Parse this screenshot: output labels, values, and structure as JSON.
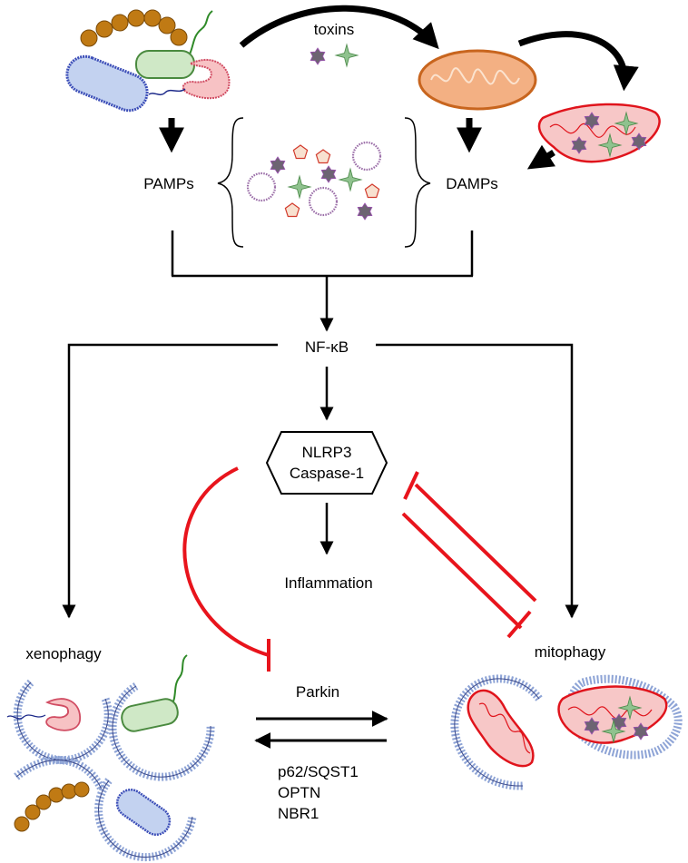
{
  "labels": {
    "toxins": "toxins",
    "pamps": "PAMPs",
    "damps": "DAMPs",
    "nfkb": "NF-κB",
    "nlrp3": "NLRP3",
    "caspase1": "Caspase-1",
    "inflammation": "Inflammation",
    "xenophagy": "xenophagy",
    "mitophagy": "mitophagy",
    "parkin": "Parkin",
    "receptors": [
      "p62/SQST1",
      "OPTN",
      "NBR1"
    ]
  },
  "colors": {
    "inhibition": "#e8141c",
    "arrow": "#000000",
    "mito_fill": "#f3b083",
    "mito_stroke": "#c8651e",
    "damaged_mito_fill": "#f7c7c7",
    "damaged_mito_stroke": "#e0141c",
    "autophagosome": "#8ea4d6",
    "bacterium_blue": "#c3d2f0",
    "bacterium_green": "#cfe8c6",
    "bacterium_pink": "#f7c2c4",
    "coccus": "#c07a14",
    "toxin_star": "#6d6472",
    "toxin_cross": "#8fc28e"
  },
  "icons": [
    "bacteria-cluster-icon",
    "toxin-star-icon",
    "toxin-cross-icon",
    "mitochondrion-icon",
    "damaged-mitochondrion-icon",
    "vesicle-icon",
    "autophagosome-icon"
  ]
}
